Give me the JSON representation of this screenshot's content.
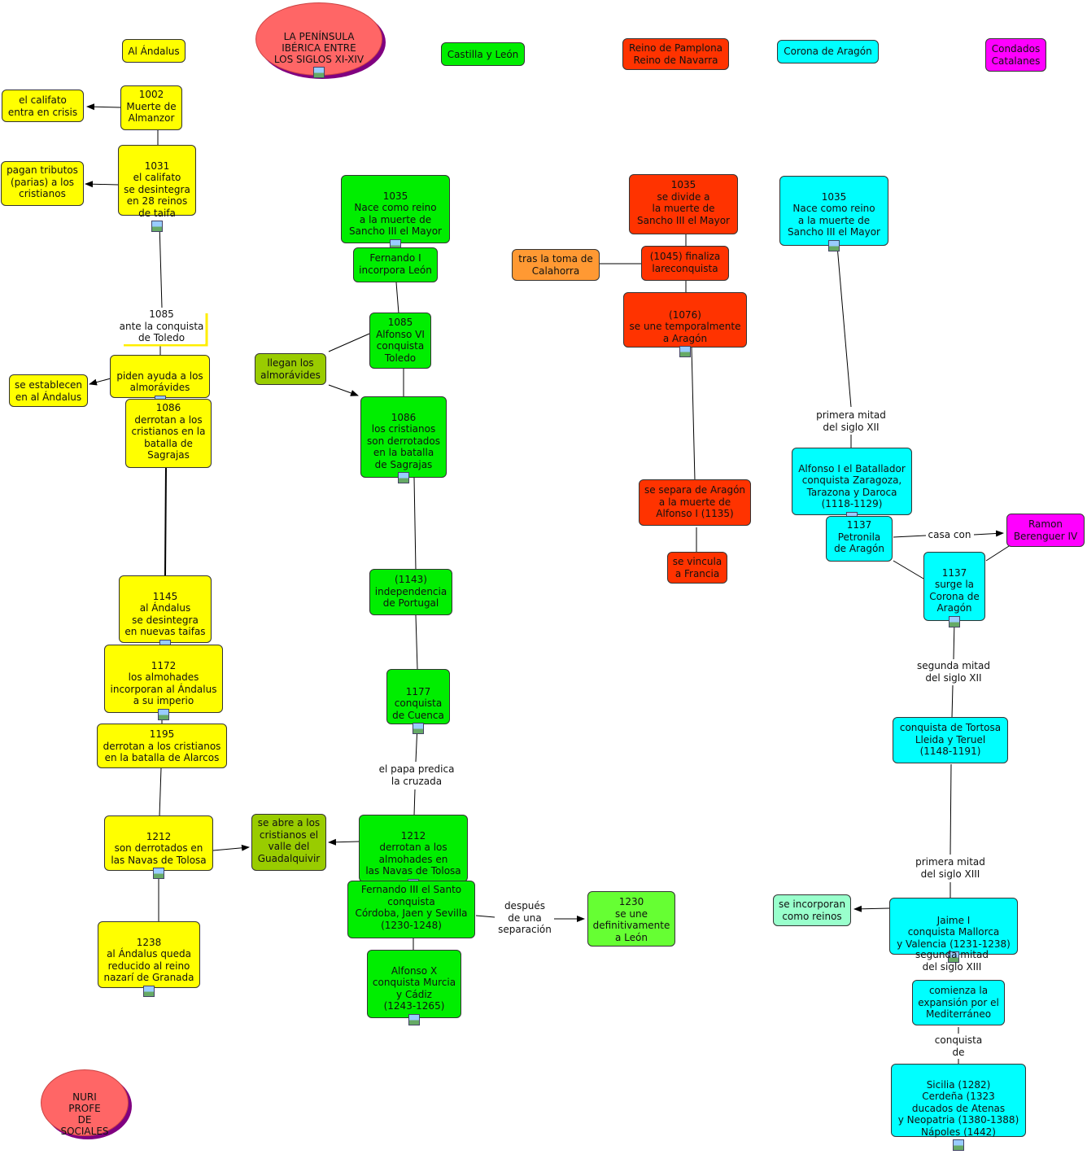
{
  "title": "LA PENÍNSULA\nIBÉRICA ENTRE\nLOS SIGLOS XI-XIV",
  "author": "NURI\nPROFE\nDE\nSOCIALES",
  "headers": {
    "andalus": "Al Ándalus",
    "castilla": "Castilla y León",
    "pamplona": "Reino de Pamplona\nReino de Navarra",
    "aragon": "Corona de Aragón",
    "condados": "Condados\nCatalanes"
  },
  "andalus": {
    "n1002": "1002\nMuerte de\nAlmanzor",
    "califato_crisis": "el califato\nentra en crisis",
    "n1031": "1031\nel califato\nse desintegra\nen 28 reinos\nde taifa",
    "parias": "pagan tributos\n(parias) a los\ncristianos",
    "lbl1085": "1085\nante la conquista\nde Toledo",
    "ayuda": "piden ayuda a los\nalmorávides",
    "establecen": "se establecen\nen al Ándalus",
    "n1086": "1086\nderrotan a los\ncristianos en la\nbatalla de\nSagrajas",
    "n1145": "1145\nal Ándalus\nse desintegra\nen nuevas taifas",
    "n1172": "1172\nlos almohades\nincorporan al Ándalus\na su imperio",
    "n1195": "1195\nderrotan a los cristianos\nen la batalla de Alarcos",
    "n1212": "1212\nson derrotados en\nlas Navas de Tolosa",
    "guadalquivir": "se abre a los\ncristianos el\nvalle del\nGuadalquivir",
    "n1238": "1238\nal Ándalus queda\nreducido al reino\nnazarí de Granada"
  },
  "castilla": {
    "n1035": "1035\nNace como reino\na la muerte de\nSancho III el Mayor",
    "fernando1": "Fernando I\nincorpora León",
    "almoravides": "llegan los\nalmorávides",
    "n1085": "1085\nAlfonso VI\nconquista\nToledo",
    "n1086": "1086\nlos cristianos\nson derrotados\nen la batalla\nde Sagrajas",
    "n1143": "(1143)\nindependencia\nde Portugal",
    "n1177": "1177\nconquista\nde Cuenca",
    "lbl_cruzada": "el papa predica\nla cruzada",
    "n1212": "1212\nderrotan a los\nalmohades en\nlas Navas de Tolosa",
    "fernando3": "Fernando III el Santo\nconquista\nCórdoba, Jaen y Sevilla\n(1230-1248)",
    "lbl_separacion": "después\nde una\nseparación",
    "n1230": "1230\nse une\ndefinitivamente\na León",
    "alfonsoX": "Alfonso X\nconquista Murcia\ny Cádiz\n(1243-1265)"
  },
  "pamplona": {
    "n1035": "1035\nse divide a\nla muerte de\nSancho III el Mayor",
    "calahorra": "tras la toma de\nCalahorra",
    "n1045": "(1045) finaliza\nlareconquista",
    "n1076": "(1076)\nse une temporalmente\na Aragón",
    "separa": "se separa de Aragón\na la muerte de\nAlfonso I (1135)",
    "francia": "se vincula\na Francia"
  },
  "aragon": {
    "n1035": "1035\nNace como reino\na la muerte de\nSancho III el Mayor",
    "lbl_xii1": "primera mitad\ndel siglo XII",
    "alfonso1": "Alfonso I el Batallador\nconquista Zaragoza,\nTarazona y Daroca\n(1118-1129)",
    "petronila": "1137\nPetronila\nde Aragón",
    "lbl_casa": "casa con",
    "berenguer": "Ramon\nBerenguer IV",
    "corona": "1137\nsurge la\nCorona de\nAragón",
    "lbl_xii2": "segunda mitad\ndel siglo XII",
    "tortosa": "conquista de Tortosa\nLleida y Teruel\n(1148-1191)",
    "lbl_xiii1": "primera mitad\ndel siglo XIII",
    "jaime": "Jaime I\nconquista Mallorca\ny Valencia (1231-1238)",
    "reinos": "se incorporan\ncomo reinos",
    "lbl_xiii2": "segunda mitad\ndel siglo XIII",
    "mediterraneo": "comienza la\nexpansión por el\nMediterráneo",
    "lbl_conquista": "conquista\nde",
    "sicilia": "Sicilia (1282)\nCerdeña (1323\nducados de Atenas\ny Neopatria (1380-1388)\nNápoles (1442)"
  },
  "colors": {
    "andalus": "#ffff00",
    "castilla": "#00ee00",
    "pamplona": "#ff3300",
    "aragon": "#00ffff",
    "condados": "#ff00ff",
    "title": "#ff6666"
  }
}
